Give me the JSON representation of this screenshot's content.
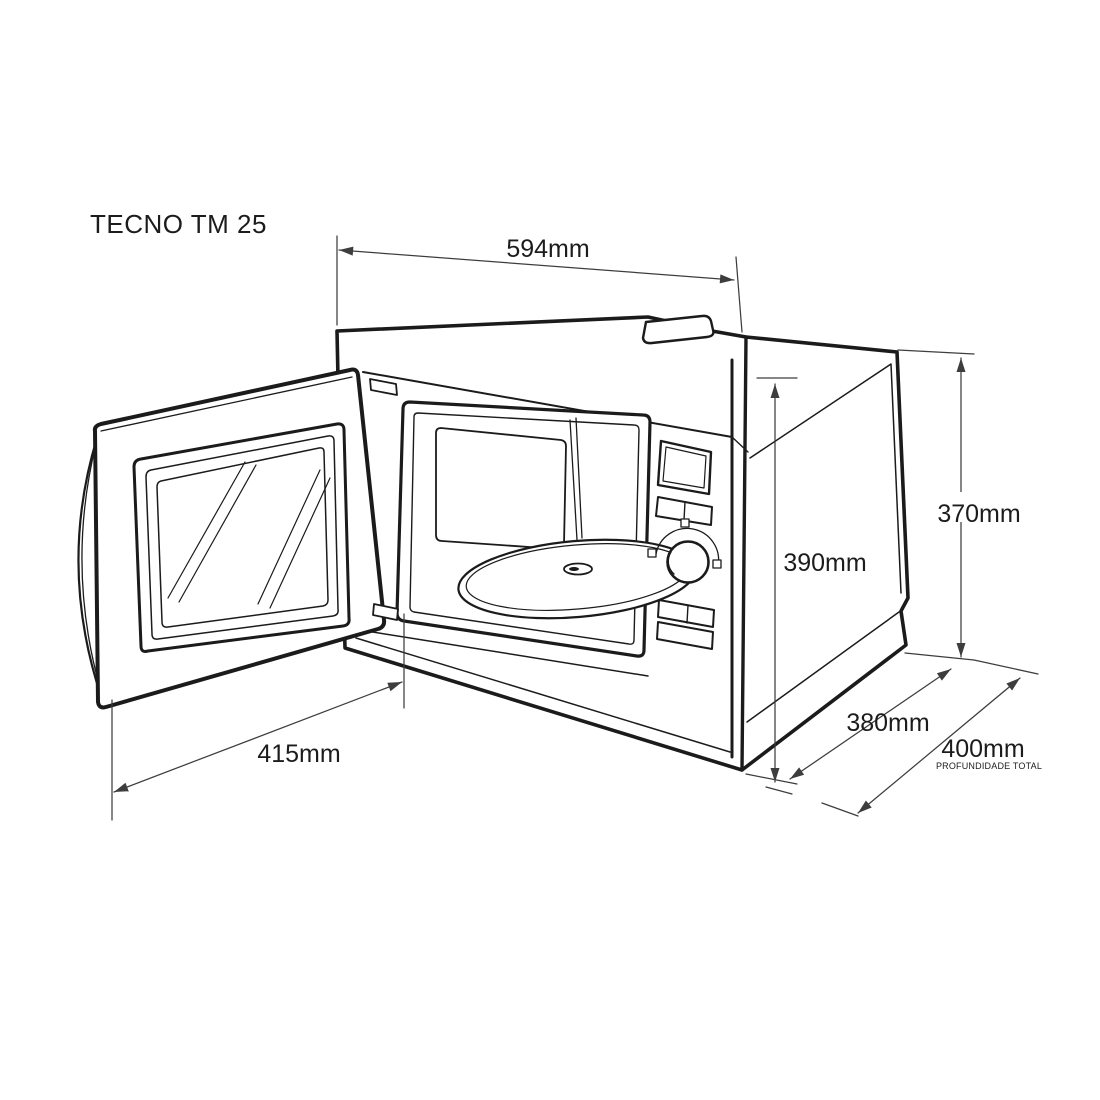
{
  "title": "TECNO TM 25",
  "dimensions": {
    "front_width": "594mm",
    "overall_height": "370mm",
    "inner_height": "390mm",
    "body_depth": "380mm",
    "total_depth": "400mm",
    "total_depth_note": "PROFUNDIDADE TOTAL",
    "door_width": "415mm"
  },
  "colors": {
    "outline": "#1b1b1b",
    "dimension_line": "#3d3d3d",
    "text": "#1c1c1c",
    "background": "#ffffff"
  }
}
